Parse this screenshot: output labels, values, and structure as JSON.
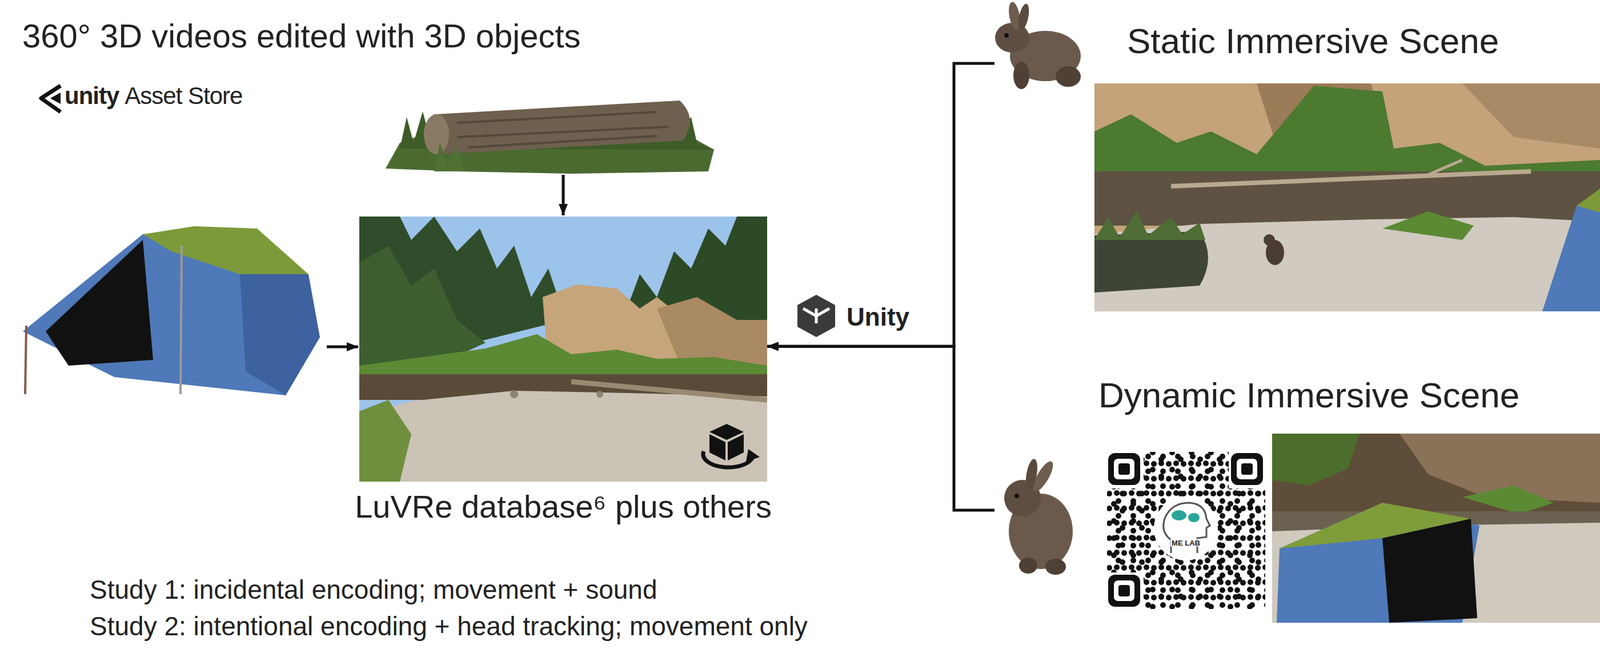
{
  "diagram": {
    "title": "360° 3D videos edited with 3D objects",
    "nodes": [
      {
        "text": [
          "LuVRe database⁶ plus others"
        ]
      },
      {
        "text": [
          "Static Immersive Scene"
        ]
      },
      {
        "text": [
          "Dynamic Immersive Scene"
        ]
      }
    ],
    "edges": [
      {
        "from": 1,
        "to": 0,
        "label": "Unity",
        "arrow": "to"
      },
      {
        "from": 2,
        "to": 0,
        "arrow": "to"
      }
    ],
    "labels": [
      "unity",
      "Asset Store",
      "ME LAB",
      "Study 1: incidental encoding; movement + sound",
      "Study 2: intentional encoding + head tracking; movement only"
    ]
  }
}
